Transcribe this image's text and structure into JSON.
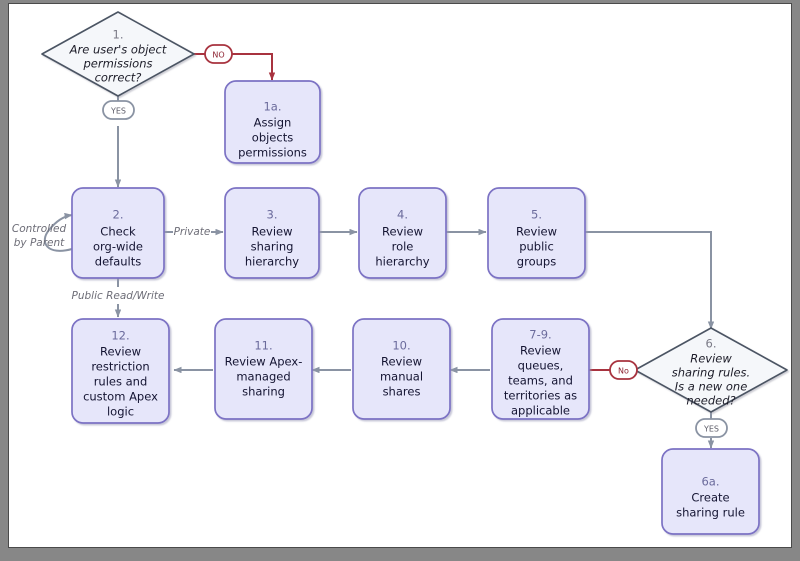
{
  "diagram": {
    "title": "Salesforce record access troubleshooting flowchart",
    "type": "flowchart",
    "colors": {
      "process_fill": "#e6e6fa",
      "process_border": "#7b72c4",
      "process_number_text": "#6b6b9c",
      "process_text": "#141432",
      "decision_fill": "#f5f7fa",
      "decision_border": "#4c5464",
      "decision_text": "#1c1c28",
      "edge": "#8a93a3",
      "edge_negative": "#a8333f",
      "badge_yes_border": "#8a93a3",
      "badge_no_border": "#a8333f",
      "canvas_background": "#ffffff",
      "outer_background": "#878787",
      "frame_border": "#4a4a4a"
    },
    "nodes": [
      {
        "id": "n1",
        "shape": "decision",
        "number": "1.",
        "lines": [
          "Are user's object",
          "permissions",
          "correct?"
        ]
      },
      {
        "id": "n1a",
        "shape": "process",
        "number": "1a.",
        "lines": [
          "Assign",
          "objects",
          "permissions"
        ]
      },
      {
        "id": "n2",
        "shape": "process",
        "number": "2.",
        "lines": [
          "Check",
          "org-wide",
          "defaults"
        ]
      },
      {
        "id": "n3",
        "shape": "process",
        "number": "3.",
        "lines": [
          "Review",
          "sharing",
          "hierarchy"
        ]
      },
      {
        "id": "n4",
        "shape": "process",
        "number": "4.",
        "lines": [
          "Review",
          "role",
          "hierarchy"
        ]
      },
      {
        "id": "n5",
        "shape": "process",
        "number": "5.",
        "lines": [
          "Review",
          "public",
          "groups"
        ]
      },
      {
        "id": "n6",
        "shape": "decision",
        "number": "6.",
        "lines": [
          "Review",
          "sharing rules.",
          "Is a new one",
          "needed?"
        ]
      },
      {
        "id": "n6a",
        "shape": "process",
        "number": "6a.",
        "lines": [
          "Create",
          "sharing rule"
        ]
      },
      {
        "id": "n79",
        "shape": "process",
        "number": "7-9.",
        "lines": [
          "Review",
          "queues,",
          "teams, and",
          "territories as",
          "applicable"
        ]
      },
      {
        "id": "n10",
        "shape": "process",
        "number": "10.",
        "lines": [
          "Review",
          "manual",
          "shares"
        ]
      },
      {
        "id": "n11",
        "shape": "process",
        "number": "11.",
        "lines": [
          "Review Apex-",
          "managed",
          "sharing"
        ]
      },
      {
        "id": "n12",
        "shape": "process",
        "number": "12.",
        "lines": [
          "Review",
          "restriction",
          "rules and",
          "custom Apex",
          "logic"
        ]
      }
    ],
    "edges": [
      {
        "id": "e1-no",
        "from": "n1",
        "to": "n1a",
        "label": "NO",
        "kind": "badge-no"
      },
      {
        "id": "e1-yes",
        "from": "n1",
        "to": "n2",
        "label": "YES",
        "kind": "badge-yes"
      },
      {
        "id": "e2-loop",
        "from": "n2",
        "to": "n2",
        "label_lines": [
          "Controlled",
          "by Parent"
        ],
        "kind": "self-loop"
      },
      {
        "id": "e2-3",
        "from": "n2",
        "to": "n3",
        "label": "Private",
        "kind": "plain"
      },
      {
        "id": "e2-12",
        "from": "n2",
        "to": "n12",
        "label": "Public Read/Write",
        "kind": "plain"
      },
      {
        "id": "e3-4",
        "from": "n3",
        "to": "n4",
        "label": "",
        "kind": "plain"
      },
      {
        "id": "e4-5",
        "from": "n4",
        "to": "n5",
        "label": "",
        "kind": "plain"
      },
      {
        "id": "e5-6",
        "from": "n5",
        "to": "n6",
        "label": "",
        "kind": "plain"
      },
      {
        "id": "e6-no",
        "from": "n6",
        "to": "n79",
        "label": "No",
        "kind": "badge-no"
      },
      {
        "id": "e6-yes",
        "from": "n6",
        "to": "n6a",
        "label": "YES",
        "kind": "badge-yes"
      },
      {
        "id": "e79-10",
        "from": "n79",
        "to": "n10",
        "label": "",
        "kind": "plain"
      },
      {
        "id": "e10-11",
        "from": "n10",
        "to": "n11",
        "label": "",
        "kind": "plain"
      },
      {
        "id": "e11-12",
        "from": "n11",
        "to": "n12",
        "label": "",
        "kind": "plain"
      }
    ],
    "edge_labels": {
      "no_upper": "NO",
      "yes_upper": "YES",
      "no_mixed": "No",
      "private": "Private",
      "public_read_write": "Public Read/Write",
      "controlled_1": "Controlled",
      "controlled_2": "by Parent"
    }
  }
}
